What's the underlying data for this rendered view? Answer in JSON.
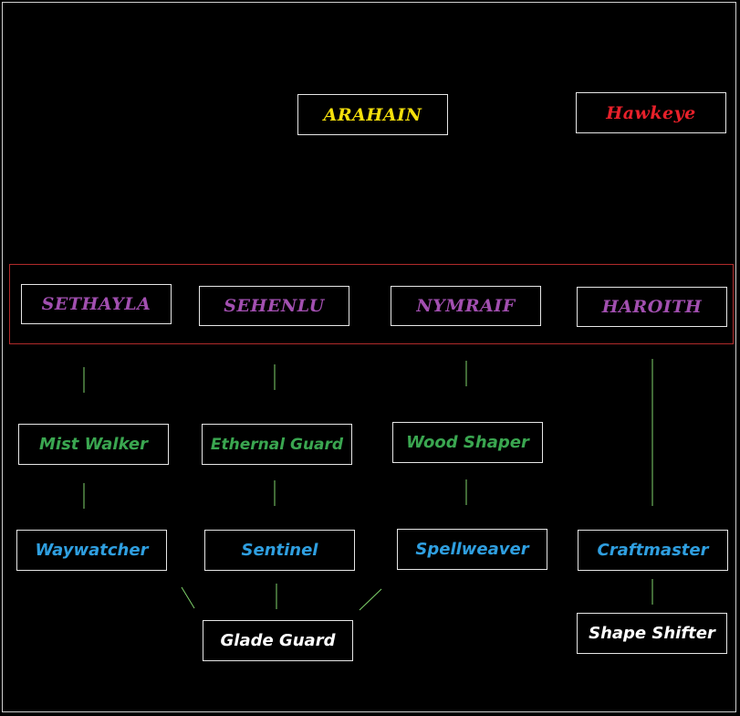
{
  "colors": {
    "background": "#000000",
    "frame": "#cfcfcf",
    "node_border": "#e6e6e6",
    "group_border": "#b02a2a",
    "connector": "#7fd36b",
    "gold": "#f5e00c",
    "red": "#e8202a",
    "purple": "#a24fb0",
    "green": "#3aa650",
    "blue": "#2f9fe0",
    "white": "#ffffff"
  },
  "top": {
    "arahain": "ARAHAIN",
    "hawkeye": "Hawkeye"
  },
  "houses": {
    "sethayla": "SETHAYLA",
    "sehenlu": "SEHENLU",
    "nymraif": "NYMRAIF",
    "haroith": "HAROITH"
  },
  "tier1": {
    "mist_walker": "Mist Walker",
    "ethernal_guard": "Ethernal Guard",
    "wood_shaper": "Wood Shaper"
  },
  "tier2": {
    "waywatcher": "Waywatcher",
    "sentinel": "Sentinel",
    "spellweaver": "Spellweaver",
    "craftmaster": "Craftmaster"
  },
  "tier3": {
    "glade_guard": "Glade Guard",
    "shape_shifter": "Shape Shifter"
  }
}
